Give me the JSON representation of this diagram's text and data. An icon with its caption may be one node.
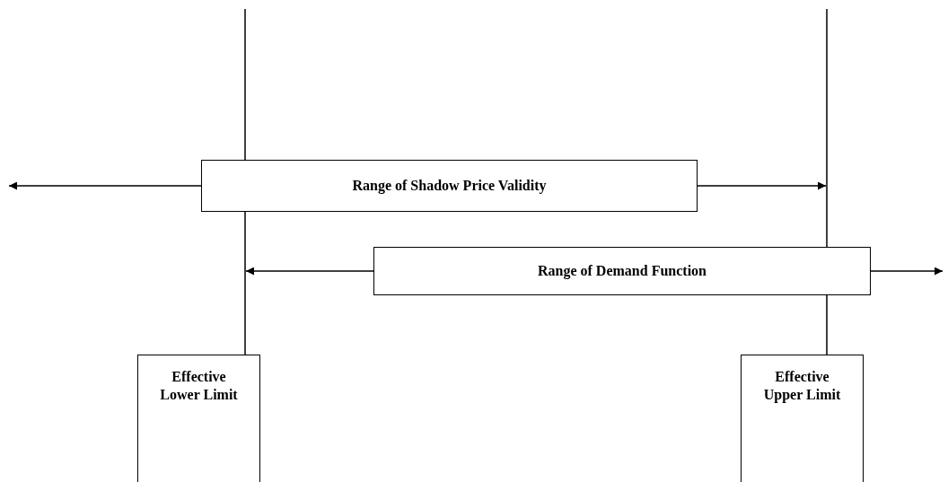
{
  "diagram": {
    "nodes": [
      {
        "text": [
          "Range of Shadow Price Validity"
        ]
      },
      {
        "text": [
          "Range of Demand Function"
        ]
      },
      {
        "text": [
          "Effective Lower Limit"
        ]
      },
      {
        "text": [
          "Effective Upper Limit"
        ]
      }
    ],
    "edges": [
      {
        "from": 0,
        "to": null,
        "arrow": "to"
      },
      {
        "from": 0,
        "to": 3,
        "arrow": "to"
      },
      {
        "from": 1,
        "to": 2,
        "arrow": "to"
      },
      {
        "from": 1,
        "to": null,
        "arrow": "to"
      }
    ]
  }
}
